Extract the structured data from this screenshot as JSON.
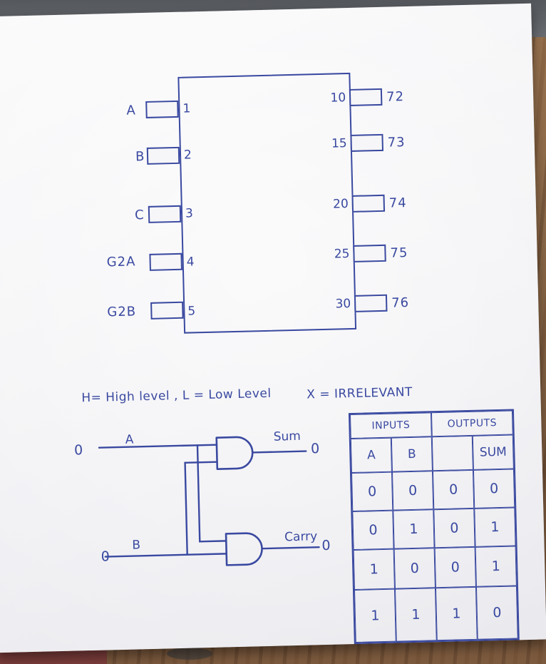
{
  "colors": {
    "ink": "#3a49a0",
    "paper": "#f6f6f8",
    "wood": "#8a6749",
    "gray": "#63666b"
  },
  "chip": {
    "left_pins": [
      {
        "label": "A",
        "pin": "1"
      },
      {
        "label": "B",
        "pin": "2"
      },
      {
        "label": "C",
        "pin": "3"
      },
      {
        "label": "G2A",
        "pin": "4"
      },
      {
        "label": "G2B",
        "pin": "5"
      }
    ],
    "right_pins": [
      {
        "inner": "10",
        "outer": "72"
      },
      {
        "inner": "15",
        "outer": "73"
      },
      {
        "inner": "20",
        "outer": "74"
      },
      {
        "inner": "25",
        "outer": "75"
      },
      {
        "inner": "30",
        "outer": "76"
      }
    ]
  },
  "legend": {
    "levels": "H= High level , L = Low Level",
    "irrelevant": "X = IRRELEVANT"
  },
  "circuit": {
    "input_a_label": "A",
    "input_a_value": "0",
    "input_b_label": "B",
    "input_b_value": "0",
    "sum_label": "Sum",
    "sum_value": "0",
    "carry_label": "Carry",
    "carry_value": "0"
  },
  "truth_table": {
    "header_inputs": "INPUTS",
    "header_outputs": "OUTPUTS",
    "col_headers": [
      "A",
      "B",
      "",
      "SUM"
    ],
    "rows": [
      [
        "0",
        "0",
        "0",
        "0"
      ],
      [
        "0",
        "1",
        "0",
        "1"
      ],
      [
        "1",
        "0",
        "0",
        "1"
      ],
      [
        "1",
        "1",
        "1",
        "0"
      ]
    ]
  }
}
